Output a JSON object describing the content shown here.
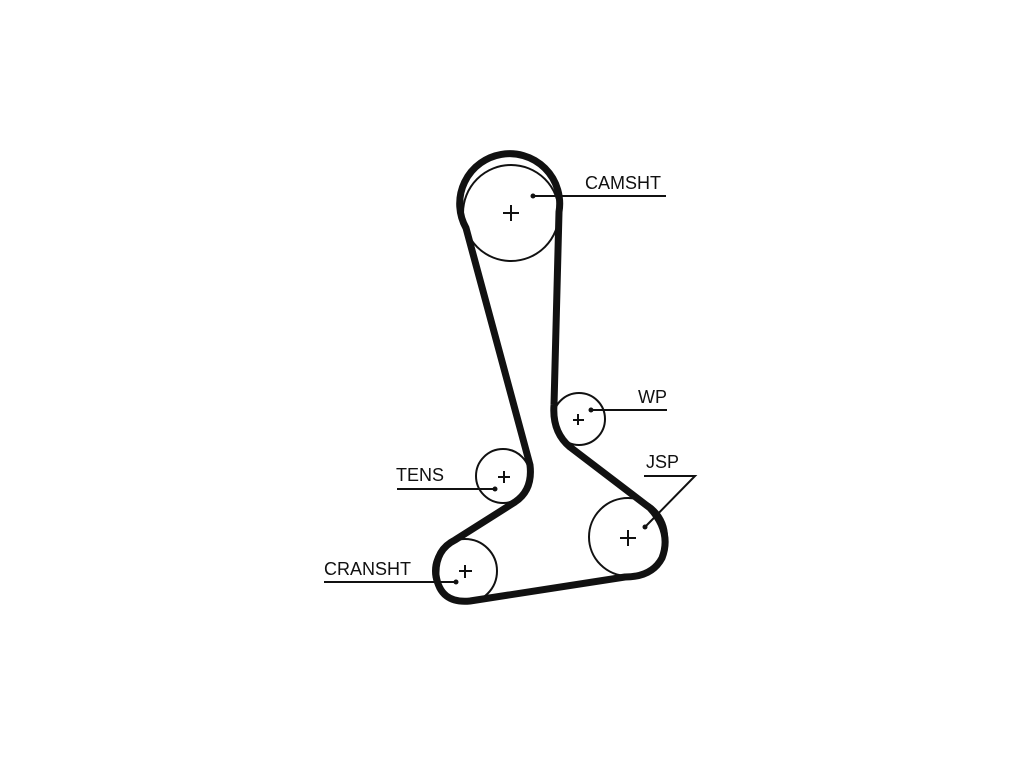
{
  "diagram": {
    "labels": {
      "camshaft": "CAMSHT",
      "water_pump": "WP",
      "tensioner": "TENS",
      "crankshaft": "CRANSHT",
      "jackshaft": "JSP"
    },
    "colors": {
      "stroke": "#111111",
      "background": "#ffffff"
    }
  }
}
